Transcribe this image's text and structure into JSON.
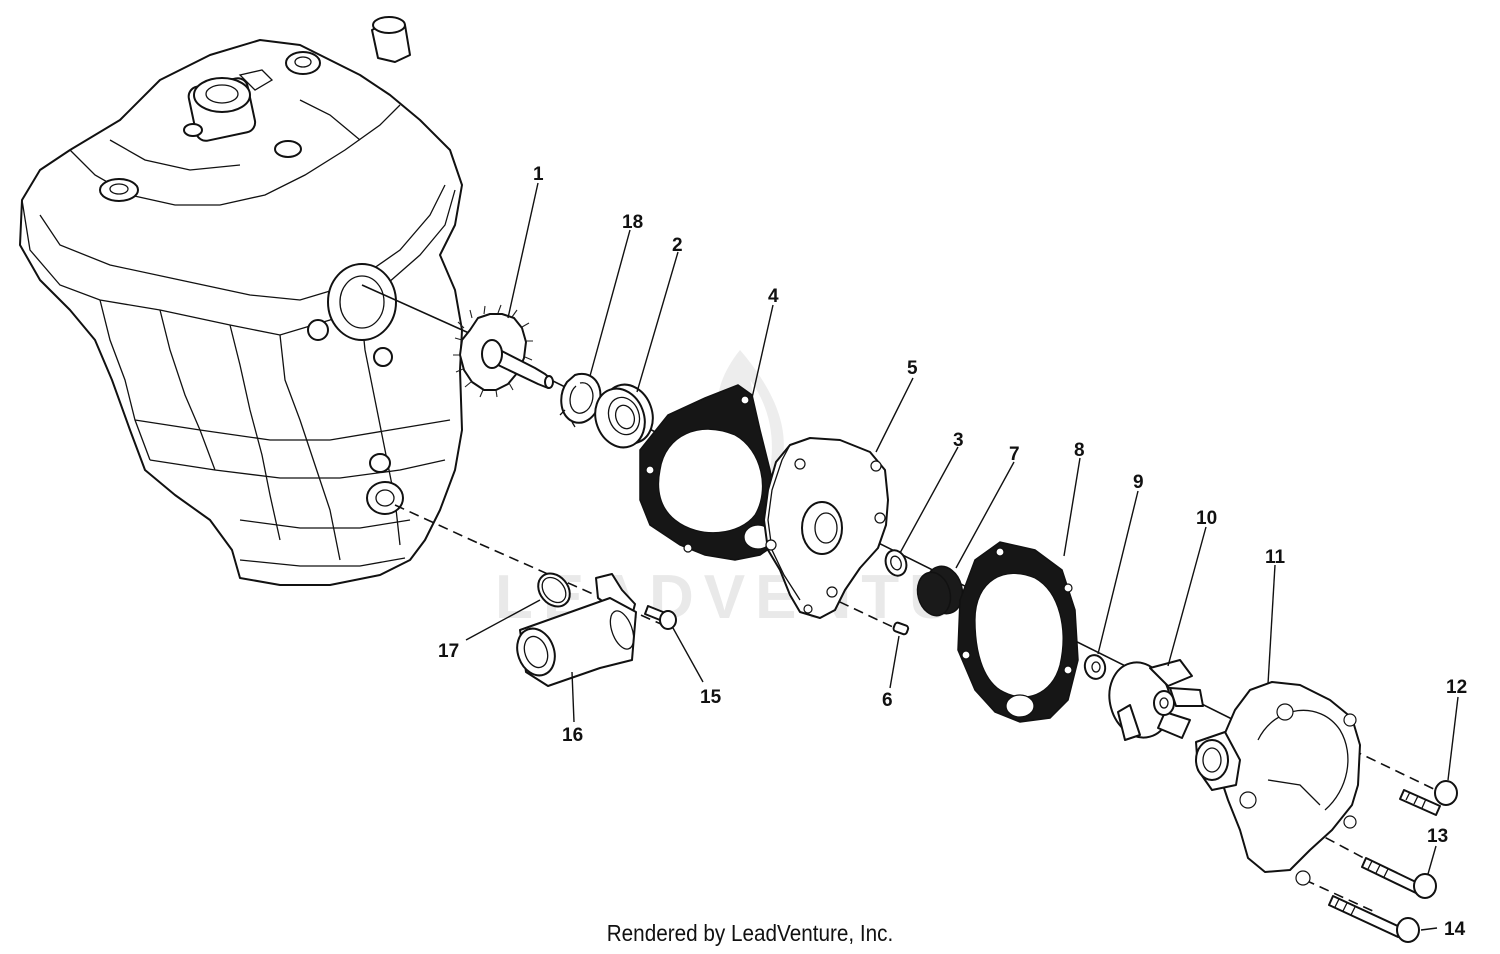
{
  "watermark": "LEADVENTURE",
  "callouts": [
    {
      "id": "callout-1",
      "text": "1"
    },
    {
      "id": "callout-2",
      "text": "2"
    },
    {
      "id": "callout-3",
      "text": "3"
    },
    {
      "id": "callout-4",
      "text": "4"
    },
    {
      "id": "callout-5",
      "text": "5"
    },
    {
      "id": "callout-6",
      "text": "6"
    },
    {
      "id": "callout-7",
      "text": "7"
    },
    {
      "id": "callout-8",
      "text": "8"
    },
    {
      "id": "callout-9",
      "text": "9"
    },
    {
      "id": "callout-10",
      "text": "10"
    },
    {
      "id": "callout-11",
      "text": "11"
    },
    {
      "id": "callout-12",
      "text": "12"
    },
    {
      "id": "callout-13",
      "text": "13"
    },
    {
      "id": "callout-14",
      "text": "14"
    },
    {
      "id": "callout-15",
      "text": "15"
    },
    {
      "id": "callout-16",
      "text": "16"
    },
    {
      "id": "callout-17",
      "text": "17"
    },
    {
      "id": "callout-18",
      "text": "18"
    }
  ],
  "footer": {
    "text": "Rendered by LeadVenture, Inc."
  }
}
